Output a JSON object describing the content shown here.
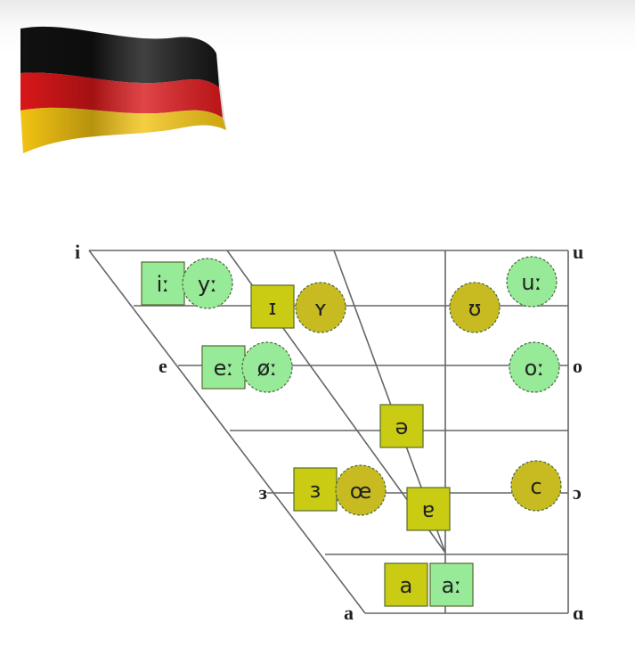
{
  "corner_labels": {
    "i": "i",
    "e": "e",
    "open_e": "ɛ",
    "a": "a",
    "u": "u",
    "o": "o",
    "open_o": "ɔ",
    "back_a": "ɑ"
  },
  "vowels": [
    {
      "symbol": "iː",
      "shape": "square",
      "tone": "long"
    },
    {
      "symbol": "yː",
      "shape": "circle",
      "tone": "long"
    },
    {
      "symbol": "ɪ",
      "shape": "square",
      "tone": "short"
    },
    {
      "symbol": "ʏ",
      "shape": "circle",
      "tone": "short"
    },
    {
      "symbol": "ʊ",
      "shape": "circle",
      "tone": "short"
    },
    {
      "symbol": "uː",
      "shape": "circle",
      "tone": "long"
    },
    {
      "symbol": "eː",
      "shape": "square",
      "tone": "long"
    },
    {
      "symbol": "øː",
      "shape": "circle",
      "tone": "long"
    },
    {
      "symbol": "oː",
      "shape": "circle",
      "tone": "long"
    },
    {
      "symbol": "ə",
      "shape": "square",
      "tone": "short"
    },
    {
      "symbol": "ɛ",
      "shape": "square",
      "tone": "short"
    },
    {
      "symbol": "œ",
      "shape": "circle",
      "tone": "short"
    },
    {
      "symbol": "ɐ",
      "shape": "square",
      "tone": "short"
    },
    {
      "symbol": "ɔ",
      "shape": "circle",
      "tone": "short"
    },
    {
      "symbol": "a",
      "shape": "square",
      "tone": "short"
    },
    {
      "symbol": "aː",
      "shape": "square",
      "tone": "long"
    }
  ],
  "colors": {
    "long": "#96ea98",
    "short_square": "#c9cc12",
    "short_circle": "#c8bb22",
    "lines": "#666666"
  }
}
